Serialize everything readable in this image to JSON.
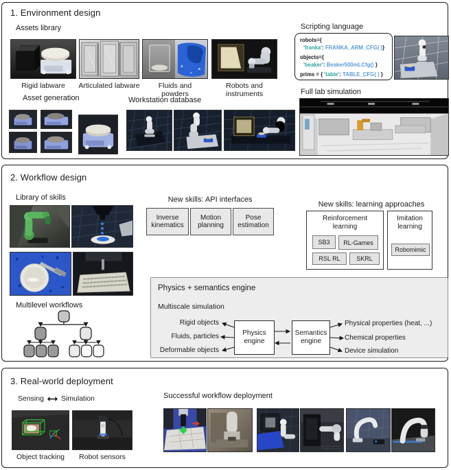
{
  "panel1": {
    "title": "1. Environment design",
    "assets_library": {
      "label": "Assets library",
      "captions": [
        "Rigid labware",
        "Articulated labware",
        "Fluids and powders",
        "Robots and instruments"
      ]
    },
    "asset_generation": {
      "label": "Asset generation"
    },
    "workstation_database": {
      "label": "Workstation database"
    },
    "scripting": {
      "label": "Scripting language",
      "colors": {
        "string": "#2ea3a3",
        "call": "#5b9bd5",
        "plain": "#1a1a1a"
      },
      "code": {
        "l1a": "robots={",
        "l2a": "'franka'",
        "l2b": ": ",
        "l2c": "FRANKA_ARM_CFG( )",
        "l2d": "}",
        "l3a": "objects={",
        "l4a": "'beaker'",
        "l4b": ": ",
        "l4c": "Beaker500mLCfg()",
        "l4d": " }",
        "l5a": "prims = { ",
        "l5b": "'table'",
        "l5c": ": ",
        "l5d": "TABLE_CFG( )",
        "l5e": " }"
      }
    },
    "full_lab": {
      "label": "Full lab simulation"
    }
  },
  "panel2": {
    "title": "2. Workflow design",
    "library_of_skills": {
      "label": "Library of skills"
    },
    "api_skills": {
      "label": "New skills: API interfaces",
      "items": [
        "Inverse kinematics",
        "Motion planning",
        "Pose estimation"
      ]
    },
    "learning_skills": {
      "label": "New skills: learning approaches",
      "reinforcement": {
        "label": "Reinforcement learning",
        "items": [
          "SB3",
          "RL-Games",
          "RSL RL",
          "SKRL"
        ]
      },
      "imitation": {
        "label": "Imitation learning",
        "items": [
          "Robomimic"
        ]
      }
    },
    "multilevel": {
      "label": "Multilevel workflows"
    },
    "engine": {
      "title": "Physics + semantics engine",
      "subtitle": "Multiscale simulation",
      "inputs": [
        "Rigid objects",
        "Fluids, particles",
        "Deformable objects"
      ],
      "physics_box": "Physics engine",
      "semantics_box": "Semantics engine",
      "outputs": [
        "Physical properties (heat, ...)",
        "Chemical properties",
        "Device simulation"
      ]
    }
  },
  "panel3": {
    "title": "3. Real-world deployment",
    "sensing_label": "Sensing",
    "simulation_label": "Simulation",
    "captions": [
      "Object tracking",
      "Robot sensors"
    ],
    "deployment": {
      "label": "Successful workflow deployment"
    }
  }
}
